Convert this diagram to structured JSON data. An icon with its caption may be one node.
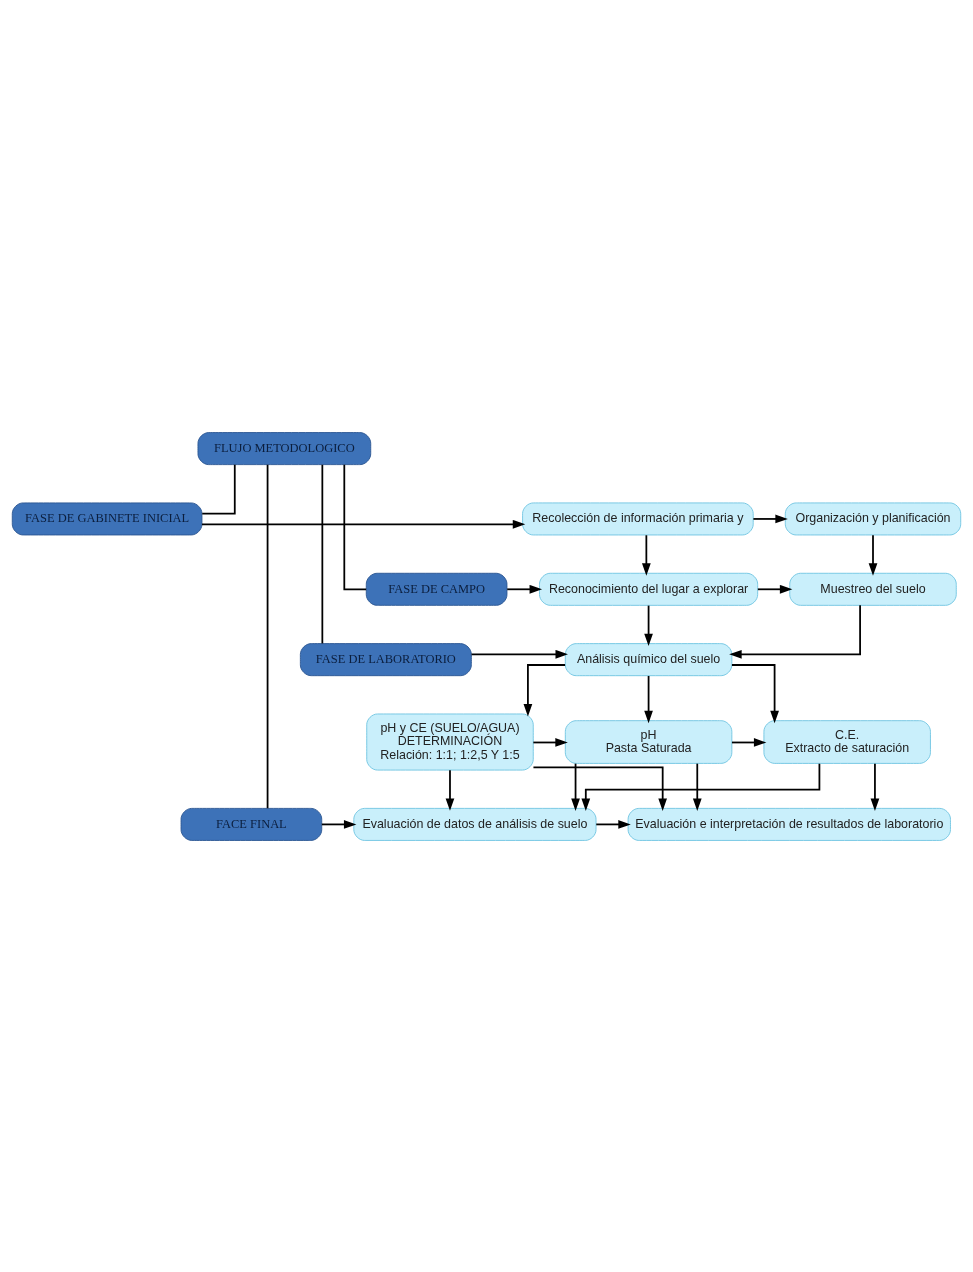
{
  "diagram": {
    "nodes": [
      {
        "text": [
          "FLUJO METODOLOGICO"
        ]
      },
      {
        "text": [
          "FASE DE GABINETE INICIAL"
        ]
      },
      {
        "text": [
          "Recolección de información primaria y"
        ]
      },
      {
        "text": [
          "Organización y planificación"
        ]
      },
      {
        "text": [
          "FASE DE CAMPO"
        ]
      },
      {
        "text": [
          "Reconocimiento del lugar a explorar"
        ]
      },
      {
        "text": [
          "Muestreo del suelo"
        ]
      },
      {
        "text": [
          "FASE DE LABORATORIO"
        ]
      },
      {
        "text": [
          "Análisis químico del suelo"
        ]
      },
      {
        "text": [
          "pH y CE (SUELO/AGUA)",
          "DETERMINACIÓN",
          "Relación: 1:1; 1:2,5 Y 1:5"
        ]
      },
      {
        "text": [
          "pH",
          "Pasta Saturada"
        ]
      },
      {
        "text": [
          "C.E.",
          "Extracto de saturación"
        ]
      },
      {
        "text": [
          "FACE FINAL"
        ]
      },
      {
        "text": [
          "Evaluación de datos de análisis de suelo"
        ]
      },
      {
        "text": [
          "Evaluación e interpretación de resultados de laboratorio"
        ]
      }
    ],
    "edges": [
      {
        "from": 0,
        "to": 1,
        "arrow": "none"
      },
      {
        "from": 0,
        "to": 4,
        "arrow": "none"
      },
      {
        "from": 0,
        "to": 7,
        "arrow": "none"
      },
      {
        "from": 0,
        "to": 12,
        "arrow": "none"
      },
      {
        "from": 1,
        "to": 2,
        "arrow": "to"
      },
      {
        "from": 2,
        "to": 3,
        "arrow": "to"
      },
      {
        "from": 2,
        "to": 5,
        "arrow": "to"
      },
      {
        "from": 3,
        "to": 6,
        "arrow": "to"
      },
      {
        "from": 4,
        "to": 5,
        "arrow": "to"
      },
      {
        "from": 5,
        "to": 6,
        "arrow": "to"
      },
      {
        "from": 5,
        "to": 8,
        "arrow": "to"
      },
      {
        "from": 6,
        "to": 8,
        "arrow": "to"
      },
      {
        "from": 7,
        "to": 8,
        "arrow": "to"
      },
      {
        "from": 8,
        "to": 9,
        "arrow": "to"
      },
      {
        "from": 8,
        "to": 10,
        "arrow": "to"
      },
      {
        "from": 8,
        "to": 11,
        "arrow": "to"
      },
      {
        "from": 9,
        "to": 10,
        "arrow": "to"
      },
      {
        "from": 10,
        "to": 11,
        "arrow": "to"
      },
      {
        "from": 9,
        "to": 13,
        "arrow": "to"
      },
      {
        "from": 9,
        "to": 14,
        "arrow": "to"
      },
      {
        "from": 10,
        "to": 13,
        "arrow": "to"
      },
      {
        "from": 10,
        "to": 14,
        "arrow": "to"
      },
      {
        "from": 11,
        "to": 13,
        "arrow": "to"
      },
      {
        "from": 11,
        "to": 14,
        "arrow": "to"
      },
      {
        "from": 12,
        "to": 13,
        "arrow": "to"
      },
      {
        "from": 13,
        "to": 14,
        "arrow": "to"
      }
    ]
  }
}
